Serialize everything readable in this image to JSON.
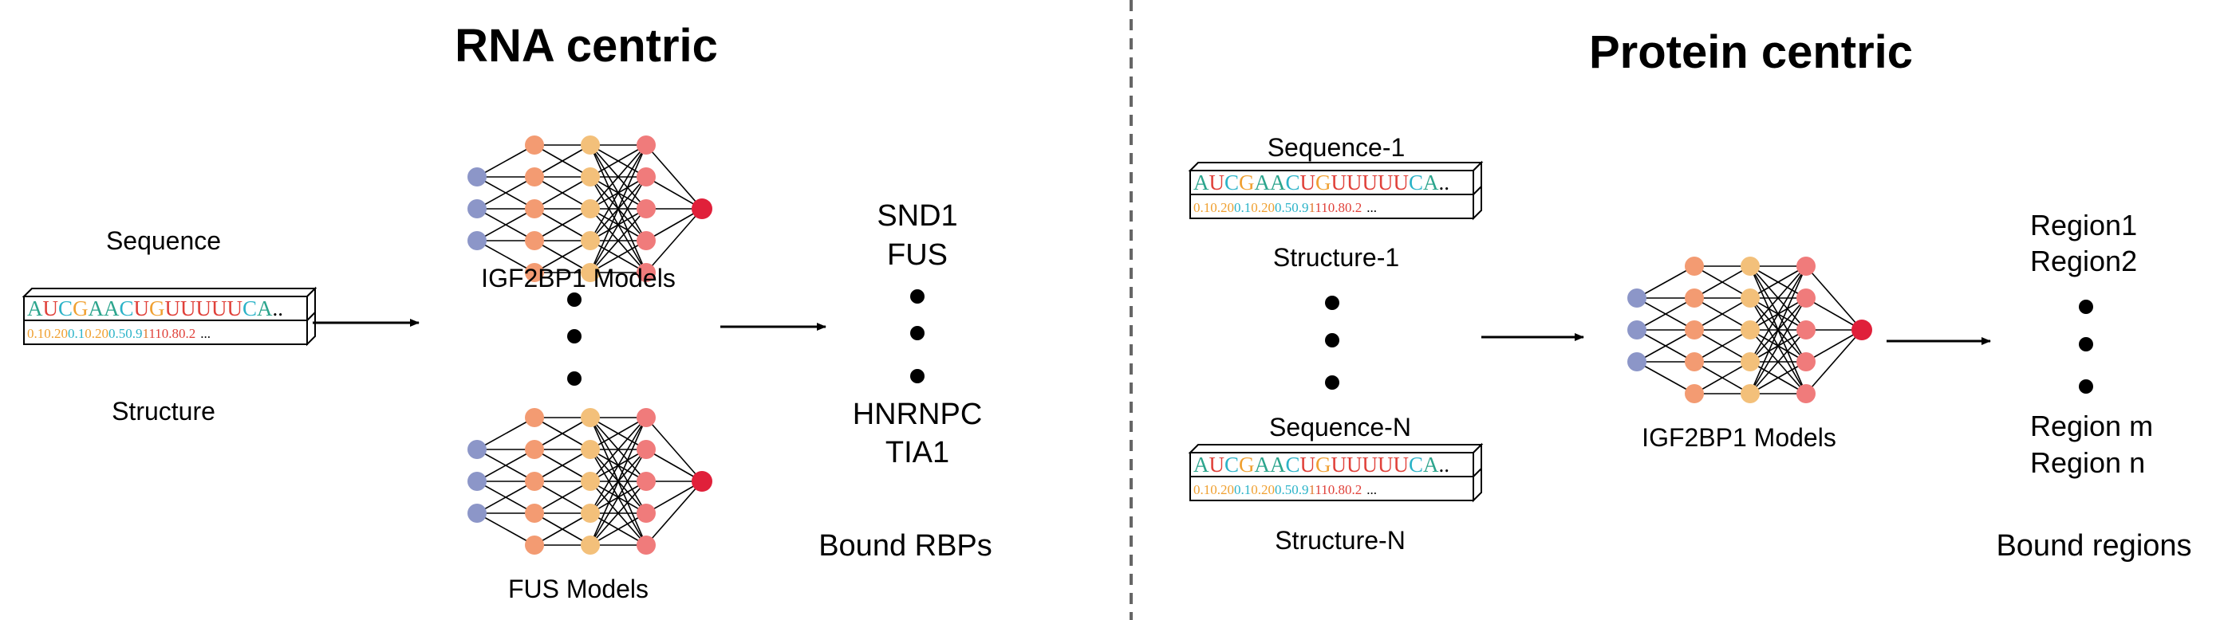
{
  "rna_centric": {
    "title": "RNA centric",
    "input_top_label": "Sequence",
    "input_bottom_label": "Structure",
    "model_top_label": "IGF2BP1 Models",
    "model_bottom_label": "FUS Models",
    "rbp_list": [
      "SND1",
      "FUS",
      "HNRNPC",
      "TIA1"
    ],
    "output_caption": "Bound RBPs"
  },
  "protein_centric": {
    "title": "Protein centric",
    "seq_1_label": "Sequence-1",
    "struct_1_label": "Structure-1",
    "seq_n_label": "Sequence-N",
    "struct_n_label": "Structure-N",
    "model_label": "IGF2BP1 Models",
    "region_list": [
      "Region1",
      "Region2",
      "Region m",
      "Region n"
    ],
    "output_caption": "Bound regions"
  },
  "sequence_strip": {
    "nucleotides": "AUCGAACUGUUUUUCA",
    "ellipsis": "..",
    "structure_values": [
      "0.1",
      "0.2",
      "0",
      "0.1",
      "0.2",
      "0",
      "0.5",
      "0.9",
      "1",
      "1",
      "1",
      "0.8",
      "0.2"
    ],
    "structure_ellipsis": "..."
  },
  "colors": {
    "A": "#2ca58d",
    "U": "#e0413a",
    "C": "#2bb3c8",
    "G": "#f0a030",
    "input_node": "#8c96c8",
    "hidden_node_1": "#f39b72",
    "hidden_node_2": "#f3c07a",
    "hidden_node_3": "#f07b7b",
    "output_node": "#e0203a",
    "divider": "#666666"
  }
}
